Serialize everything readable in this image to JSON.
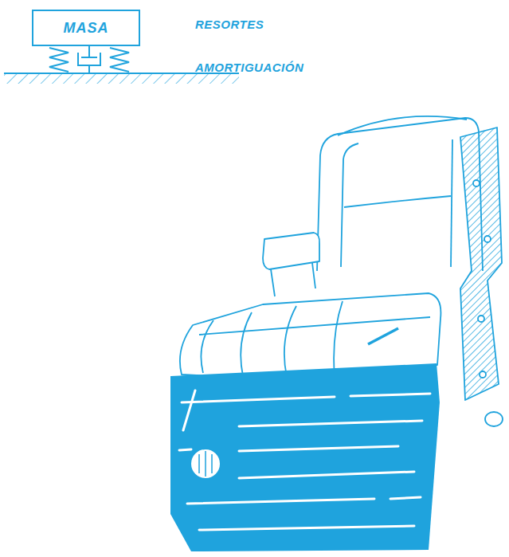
{
  "diagram": {
    "nodes": [
      {
        "text": [
          "MASA"
        ]
      }
    ],
    "labels": [
      "RESORTES",
      "AMORTIGUACIÓN"
    ]
  }
}
